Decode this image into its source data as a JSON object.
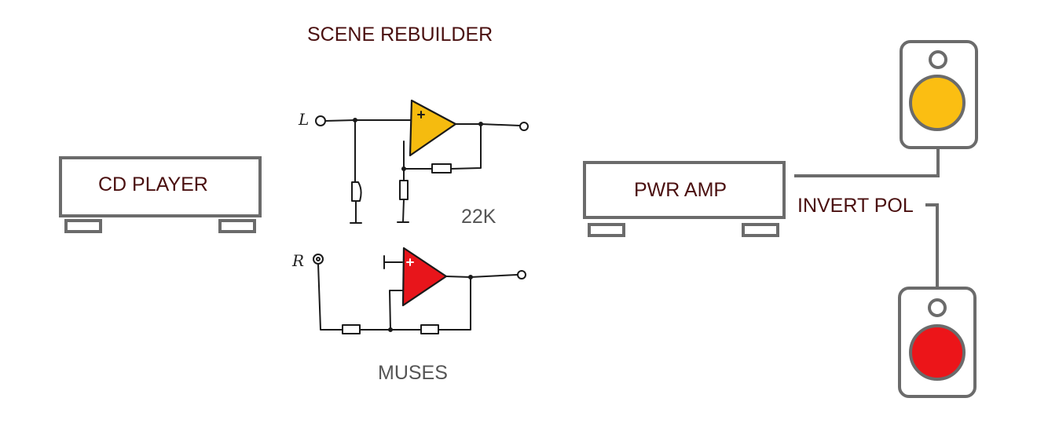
{
  "title": "SCENE REBUILDER",
  "cd_player": {
    "label": "CD PLAYER"
  },
  "pwr_amp": {
    "label": "PWR AMP"
  },
  "invert_pol": {
    "label": "INVERT POL"
  },
  "circuit": {
    "left_channel_label": "L",
    "right_channel_label": "R",
    "resistor_value": "22K",
    "opamp_label": "MUSES",
    "plus_sign": "+"
  },
  "colors": {
    "text_dark": "#4a0f0f",
    "text_grey": "#555555",
    "box_stroke": "#6b6b6b",
    "sketch_ink": "#1a1a1a",
    "left_opamp_fill": "#f5bb0f",
    "right_opamp_fill": "#e8151b",
    "top_speaker_cone": "#fbbe12",
    "bottom_speaker_cone": "#ec1519"
  }
}
